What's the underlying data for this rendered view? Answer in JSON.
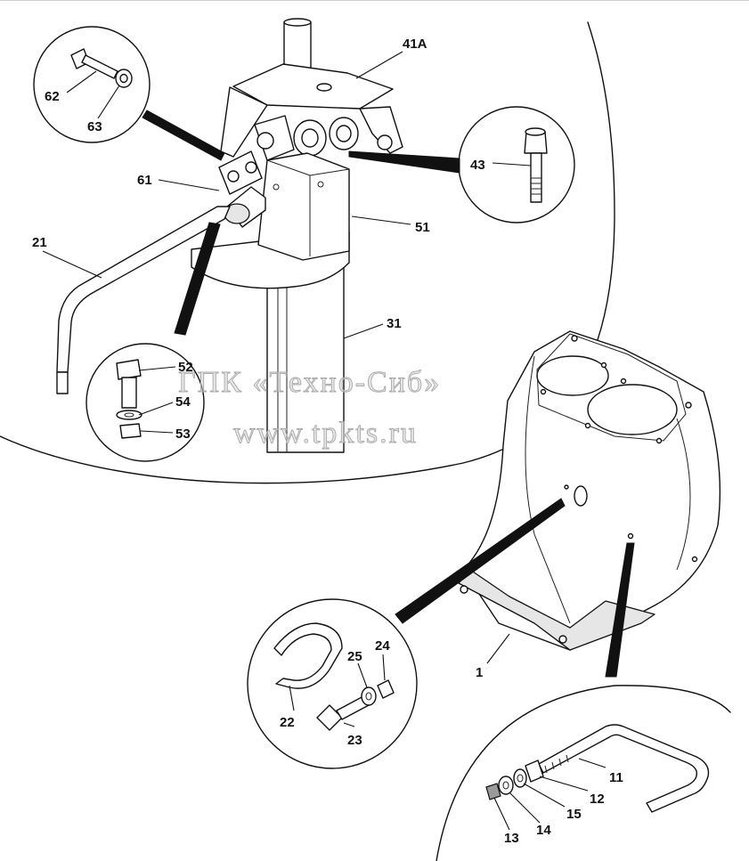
{
  "watermark": {
    "line1": "ГПК «Техно-Сиб»",
    "line2": "www.tpkts.ru"
  },
  "labels": {
    "p41A": "41A",
    "p62": "62",
    "p63": "63",
    "p43": "43",
    "p61": "61",
    "p51": "51",
    "p21": "21",
    "p31": "31",
    "p52": "52",
    "p54": "54",
    "p53": "53",
    "p1": "1",
    "p25": "25",
    "p24": "24",
    "p22": "22",
    "p23": "23",
    "p11": "11",
    "p12": "12",
    "p15": "15",
    "p14": "14",
    "p13": "13"
  }
}
